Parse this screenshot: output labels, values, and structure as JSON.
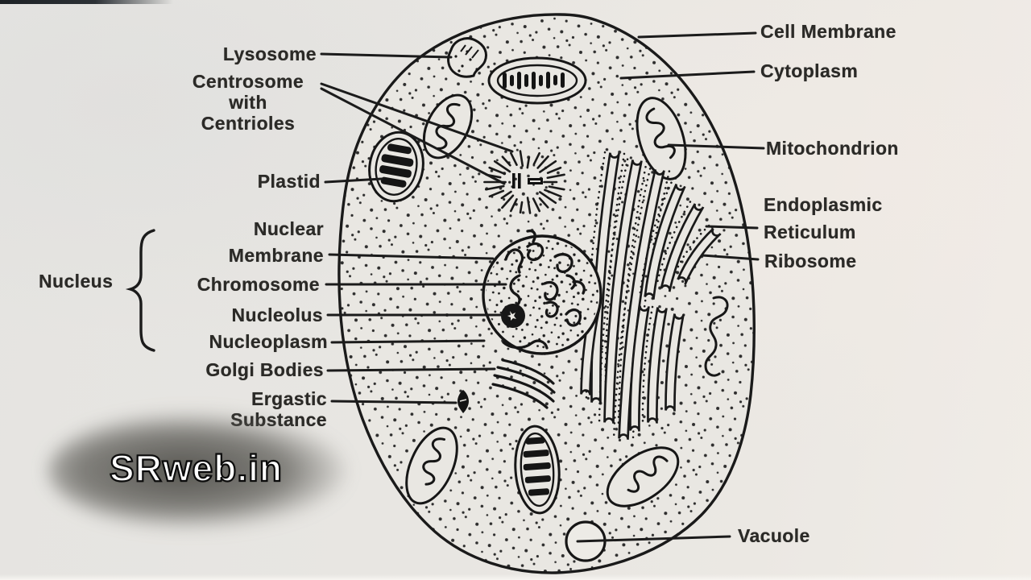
{
  "labels": {
    "lysosome": "Lysosome",
    "centrosome_l1": "Centrosome",
    "centrosome_l2": "with",
    "centrosome_l3": "Centrioles",
    "plastid": "Plastid",
    "nucleus": "Nucleus",
    "nuclear_l1": "Nuclear",
    "nuclear_l2": "Membrane",
    "chromosome": "Chromosome",
    "nucleolus": "Nucleolus",
    "nucleoplasm": "Nucleoplasm",
    "golgi": "Golgi Bodies",
    "ergastic_l1": "Ergastic",
    "ergastic_l2": "Substance",
    "cell_membrane": "Cell Membrane",
    "cytoplasm": "Cytoplasm",
    "mitochondrion": "Mitochondrion",
    "er_l1": "Endoplasmic",
    "er_l2": "Reticulum",
    "ribosome": "Ribosome",
    "vacuole": "Vacuole"
  },
  "watermark": {
    "text": "SRweb.in"
  },
  "colors": {
    "ink": "#1c1c1c",
    "paper": "#e9e7e2",
    "watermark_text": "#ffffff"
  }
}
